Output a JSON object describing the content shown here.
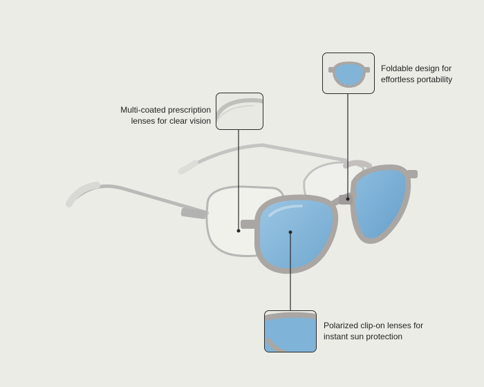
{
  "callouts": {
    "prescription": {
      "line1": "Multi-coated prescription",
      "line2": "lenses for clear vision"
    },
    "foldable": {
      "line1": "Foldable design for",
      "line2": "effortless portability"
    },
    "polarized": {
      "line1": "Polarized clip-on lenses for",
      "line2": "instant sun protection"
    }
  },
  "colors": {
    "background": "#ecece6",
    "lens_blue": "#7fb3d6",
    "frame_silver": "#b9bab8",
    "clip_frame": "#a7a4a2",
    "leader_line": "#2a2a2a"
  }
}
